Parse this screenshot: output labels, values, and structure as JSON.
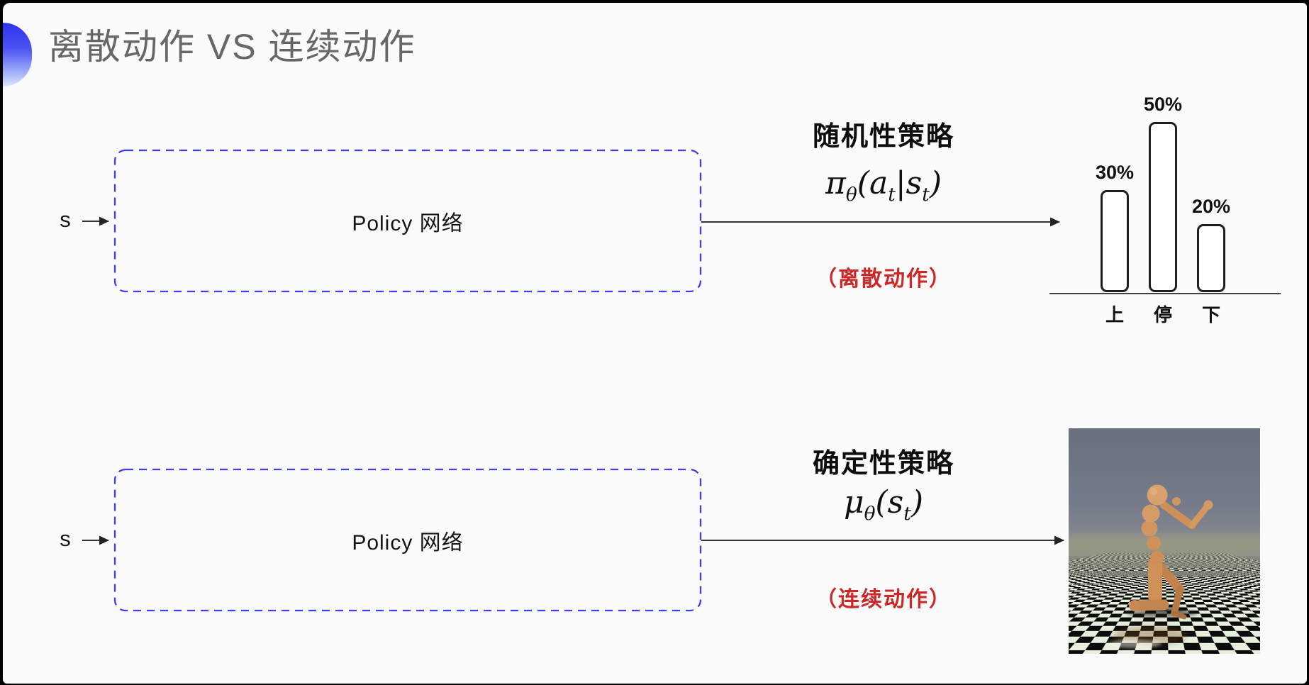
{
  "slide": {
    "title": "离散动作 VS 连续动作"
  },
  "diagram": {
    "stochastic": {
      "input_label": "s",
      "box_label": "Policy 网络",
      "policy_name": "随机性策略",
      "formula": [
        {
          "t": "π"
        },
        {
          "t": "θ",
          "sub": true
        },
        {
          "t": "("
        },
        {
          "t": "a"
        },
        {
          "t": "t",
          "sub": true
        },
        {
          "t": "|"
        },
        {
          "t": "s"
        },
        {
          "t": "t",
          "sub": true
        },
        {
          "t": ")"
        }
      ],
      "action_type": "（离散动作）"
    },
    "deterministic": {
      "input_label": "s",
      "box_label": "Policy 网络",
      "policy_name": "确定性策略",
      "formula": [
        {
          "t": "μ"
        },
        {
          "t": "θ",
          "sub": true
        },
        {
          "t": "("
        },
        {
          "t": "s"
        },
        {
          "t": "t",
          "sub": true
        },
        {
          "t": ")"
        }
      ],
      "action_type": "（连续动作）"
    }
  },
  "chart_data": {
    "type": "bar",
    "title": "",
    "categories": [
      "上",
      "停",
      "下"
    ],
    "values": [
      30,
      50,
      20
    ],
    "value_labels": [
      "30%",
      "50%",
      "20%"
    ],
    "ylim": [
      0,
      50
    ],
    "grid": false,
    "legend": false
  },
  "colors": {
    "accent_blue": "#3c3cf0",
    "action_red": "#cd2828",
    "title_gray": "#676767",
    "tile_light": "#e6eedd",
    "tile_dark": "#0c0c0c"
  }
}
